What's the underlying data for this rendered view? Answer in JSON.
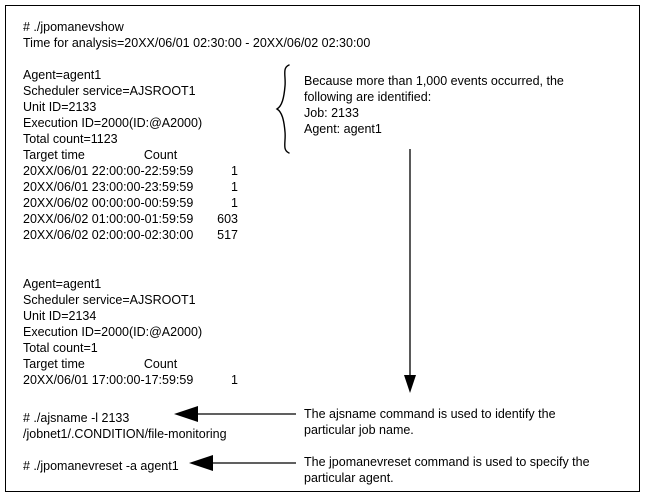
{
  "figure": {
    "kind": "command-output-diagram",
    "border_color": "#000000",
    "background": "#ffffff",
    "text_color": "#000000"
  },
  "console": {
    "header_lines": "# ./jpomanevshow\nTime for analysis=20XX/06/01 02:30:00 - 20XX/06/02 02:30:00",
    "command_1": "# ./jpomanevshow",
    "time_for_analysis": "Time for analysis=20XX/06/01 02:30:00 - 20XX/06/02 02:30:00",
    "block_one": {
      "lines": "Agent=agent1\nScheduler service=AJSROOT1\nUnit ID=2133\nExecution ID=2000(ID:@A2000)\nTotal count=1123\nTarget time                 Count",
      "agent": "Agent=agent1",
      "scheduler_service": "Scheduler service=AJSROOT1",
      "unit_id": "Unit ID=2133",
      "execution_id": "Execution ID=2000(ID:@A2000)",
      "total_count": "Total count=1123",
      "col_header_time": "Target time",
      "col_header_count": "Count",
      "rows_times": "20XX/06/01 22:00:00-22:59:59\n20XX/06/01 23:00:00-23:59:59\n20XX/06/02 00:00:00-00:59:59\n20XX/06/02 01:00:00-01:59:59\n20XX/06/02 02:00:00-02:30:00",
      "rows_counts": "1\n1\n1\n603\n517",
      "rows": [
        {
          "time": "20XX/06/01 22:00:00-22:59:59",
          "count": "1"
        },
        {
          "time": "20XX/06/01 23:00:00-23:59:59",
          "count": "1"
        },
        {
          "time": "20XX/06/02 00:00:00-00:59:59",
          "count": "1"
        },
        {
          "time": "20XX/06/02 01:00:00-01:59:59",
          "count": "603"
        },
        {
          "time": "20XX/06/02 02:00:00-02:30:00",
          "count": "517"
        }
      ]
    },
    "block_two": {
      "lines": "Agent=agent1\nScheduler service=AJSROOT1\nUnit ID=2134\nExecution ID=2000(ID:@A2000)\nTotal count=1\nTarget time                 Count",
      "agent": "Agent=agent1",
      "scheduler_service": "Scheduler service=AJSROOT1",
      "unit_id": "Unit ID=2134",
      "execution_id": "Execution ID=2000(ID:@A2000)",
      "total_count": "Total count=1",
      "col_header_time": "Target time",
      "col_header_count": "Count",
      "rows_times": "20XX/06/01 17:00:00-17:59:59",
      "rows_counts": "1",
      "rows": [
        {
          "time": "20XX/06/01 17:00:00-17:59:59",
          "count": "1"
        }
      ]
    },
    "command_ajsname": {
      "lines": "# ./ajsname -l 2133\n/jobnet1/.CONDITION/file-monitoring",
      "command": "# ./ajsname -l 2133",
      "result": "/jobnet1/.CONDITION/file-monitoring"
    },
    "command_reset": {
      "lines": "# ./jpomanevreset -a agent1",
      "command": "# ./jpomanevreset -a agent1"
    }
  },
  "annotations": {
    "events_note": {
      "lines": "Because more than 1,000 events occurred, the\nfollowing are identified:\nJob: 2133\nAgent: agent1",
      "line1": "Because more than 1,000 events occurred, the",
      "line2": "following are identified:",
      "line3": "Job: 2133",
      "line4": "Agent: agent1"
    },
    "ajsname_note": {
      "lines": "The ajsname command is used to identify the\nparticular job name.",
      "line1": "The ajsname command is used to identify the",
      "line2": "particular job name."
    },
    "reset_note": {
      "lines": "The jpomanevreset command is used to specify the\nparticular agent.",
      "line1": "The jpomanevreset command is used to specify the",
      "line2": "particular agent."
    }
  },
  "connectors": [
    {
      "name": "curly-brace-block-one",
      "type": "brace"
    },
    {
      "name": "arrow-events-to-ajsname",
      "type": "arrow-down"
    },
    {
      "name": "arrow-note-to-ajsname-command",
      "type": "arrow-left"
    },
    {
      "name": "arrow-note-to-reset-command",
      "type": "arrow-left"
    }
  ]
}
